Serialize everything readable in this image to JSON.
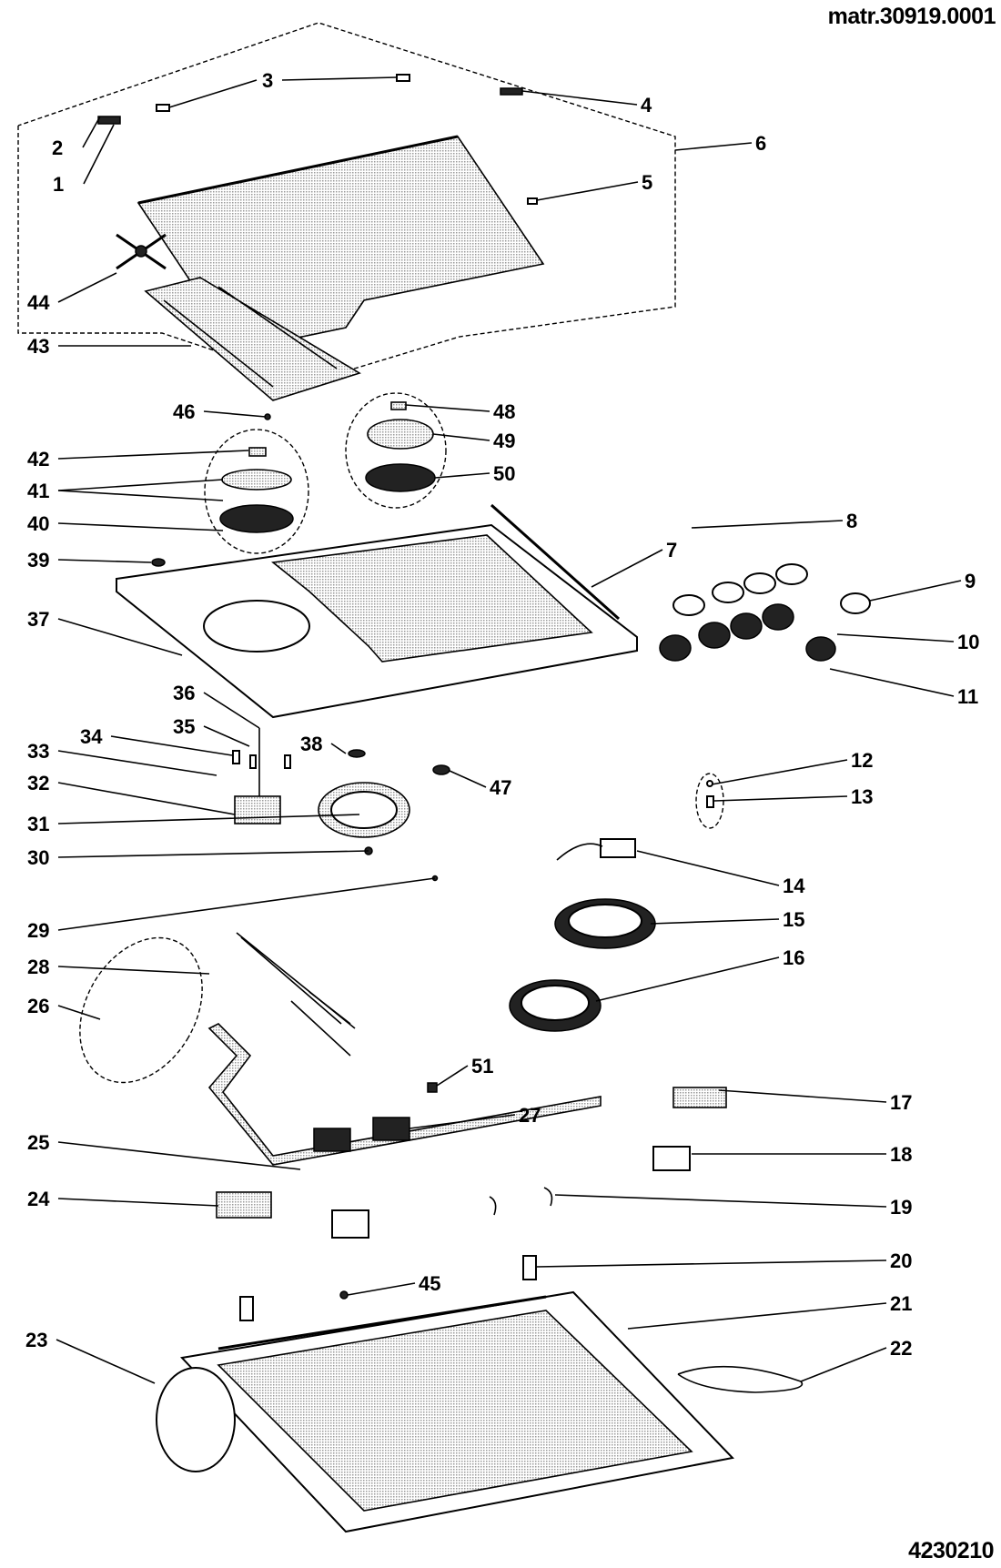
{
  "header": {
    "matr": "matr.30919.0001",
    "drawing_code": "4230210"
  },
  "colors": {
    "ink": "#000000",
    "paper": "#ffffff",
    "shade": "#c8c8c8"
  },
  "parts": [
    {
      "id": "1",
      "label": "1",
      "side": "left"
    },
    {
      "id": "2",
      "label": "2",
      "side": "left"
    },
    {
      "id": "3",
      "label": "3",
      "side": "top"
    },
    {
      "id": "4",
      "label": "4",
      "side": "right"
    },
    {
      "id": "5",
      "label": "5",
      "side": "right"
    },
    {
      "id": "6",
      "label": "6",
      "side": "right"
    },
    {
      "id": "7",
      "label": "7",
      "side": "right"
    },
    {
      "id": "8",
      "label": "8",
      "side": "right"
    },
    {
      "id": "9",
      "label": "9",
      "side": "right"
    },
    {
      "id": "10",
      "label": "10",
      "side": "right"
    },
    {
      "id": "11",
      "label": "11",
      "side": "right"
    },
    {
      "id": "12",
      "label": "12",
      "side": "right"
    },
    {
      "id": "13",
      "label": "13",
      "side": "right"
    },
    {
      "id": "14",
      "label": "14",
      "side": "right"
    },
    {
      "id": "15",
      "label": "15",
      "side": "right"
    },
    {
      "id": "16",
      "label": "16",
      "side": "right"
    },
    {
      "id": "17",
      "label": "17",
      "side": "right"
    },
    {
      "id": "18",
      "label": "18",
      "side": "right"
    },
    {
      "id": "19",
      "label": "19",
      "side": "right"
    },
    {
      "id": "20",
      "label": "20",
      "side": "right"
    },
    {
      "id": "21",
      "label": "21",
      "side": "right"
    },
    {
      "id": "22",
      "label": "22",
      "side": "right"
    },
    {
      "id": "23",
      "label": "23",
      "side": "left"
    },
    {
      "id": "24",
      "label": "24",
      "side": "left"
    },
    {
      "id": "25",
      "label": "25",
      "side": "left"
    },
    {
      "id": "26",
      "label": "26",
      "side": "left"
    },
    {
      "id": "27",
      "label": "27",
      "side": "right"
    },
    {
      "id": "28",
      "label": "28",
      "side": "left"
    },
    {
      "id": "29",
      "label": "29",
      "side": "left"
    },
    {
      "id": "30",
      "label": "30",
      "side": "left"
    },
    {
      "id": "31",
      "label": "31",
      "side": "left"
    },
    {
      "id": "32",
      "label": "32",
      "side": "left"
    },
    {
      "id": "33",
      "label": "33",
      "side": "left"
    },
    {
      "id": "34",
      "label": "34",
      "side": "left"
    },
    {
      "id": "35",
      "label": "35",
      "side": "left"
    },
    {
      "id": "36",
      "label": "36",
      "side": "left"
    },
    {
      "id": "37",
      "label": "37",
      "side": "left"
    },
    {
      "id": "38",
      "label": "38",
      "side": "left"
    },
    {
      "id": "39",
      "label": "39",
      "side": "left"
    },
    {
      "id": "40",
      "label": "40",
      "side": "left"
    },
    {
      "id": "41",
      "label": "41",
      "side": "left"
    },
    {
      "id": "42",
      "label": "42",
      "side": "left"
    },
    {
      "id": "43",
      "label": "43",
      "side": "left"
    },
    {
      "id": "44",
      "label": "44",
      "side": "left"
    },
    {
      "id": "45",
      "label": "45",
      "side": "right"
    },
    {
      "id": "46",
      "label": "46",
      "side": "left"
    },
    {
      "id": "47",
      "label": "47",
      "side": "right"
    },
    {
      "id": "48",
      "label": "48",
      "side": "right"
    },
    {
      "id": "49",
      "label": "49",
      "side": "right"
    },
    {
      "id": "50",
      "label": "50",
      "side": "right"
    },
    {
      "id": "51",
      "label": "51",
      "side": "right"
    }
  ]
}
